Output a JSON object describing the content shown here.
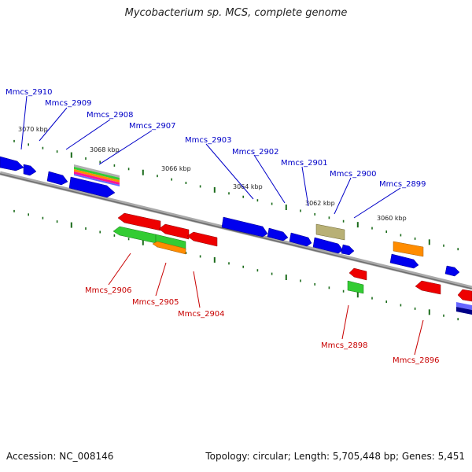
{
  "header": {
    "title": "Mycobacterium sp. MCS, complete genome"
  },
  "footer": {
    "accession": "Accession: NC_008146",
    "topology": "Topology: circular; Length: 5,705,448 bp; Genes: 5,451"
  },
  "colors": {
    "backbone": "#808080",
    "tick": "#1a6b1a",
    "label_forward": "#0000c8",
    "label_reverse": "#c80000",
    "blue": "#0000ee",
    "red": "#ee0000",
    "green": "#33cc33",
    "orange": "#ff8c00",
    "olive": "#b8b075"
  },
  "scale_labels": [
    {
      "kbp": 3070,
      "label": "3070 kbp"
    },
    {
      "kbp": 3068,
      "label": "3068 kbp"
    },
    {
      "kbp": 3066,
      "label": "3066 kbp"
    },
    {
      "kbp": 3064,
      "label": "3064 kbp"
    },
    {
      "kbp": 3062,
      "label": "3062 kbp"
    },
    {
      "kbp": 3060,
      "label": "3060 kbp"
    }
  ],
  "genes": [
    {
      "locus_tag": "Mmcs_2910",
      "strand": "+",
      "color": "blue"
    },
    {
      "locus_tag": "Mmcs_2909",
      "strand": "+",
      "color": "blue"
    },
    {
      "locus_tag": "Mmcs_2908",
      "strand": "+",
      "color": "multicolor"
    },
    {
      "locus_tag": "Mmcs_2907",
      "strand": "+",
      "color": "blue"
    },
    {
      "locus_tag": "Mmcs_2906",
      "strand": "-",
      "color": "green"
    },
    {
      "locus_tag": "Mmcs_2905",
      "strand": "-",
      "color": "orange"
    },
    {
      "locus_tag": "Mmcs_2904",
      "strand": "-",
      "color": "red"
    },
    {
      "locus_tag": "Mmcs_2903",
      "strand": "+",
      "color": "blue"
    },
    {
      "locus_tag": "Mmcs_2902",
      "strand": "+",
      "color": "blue"
    },
    {
      "locus_tag": "Mmcs_2901",
      "strand": "+",
      "color": "blue"
    },
    {
      "locus_tag": "Mmcs_2900",
      "strand": "+",
      "color": "olive"
    },
    {
      "locus_tag": "Mmcs_2899",
      "strand": "+",
      "color": "blue"
    },
    {
      "locus_tag": "Mmcs_2898",
      "strand": "-",
      "color": "green"
    },
    {
      "locus_tag": "Mmcs_2896",
      "strand": "-",
      "color": "red"
    }
  ]
}
